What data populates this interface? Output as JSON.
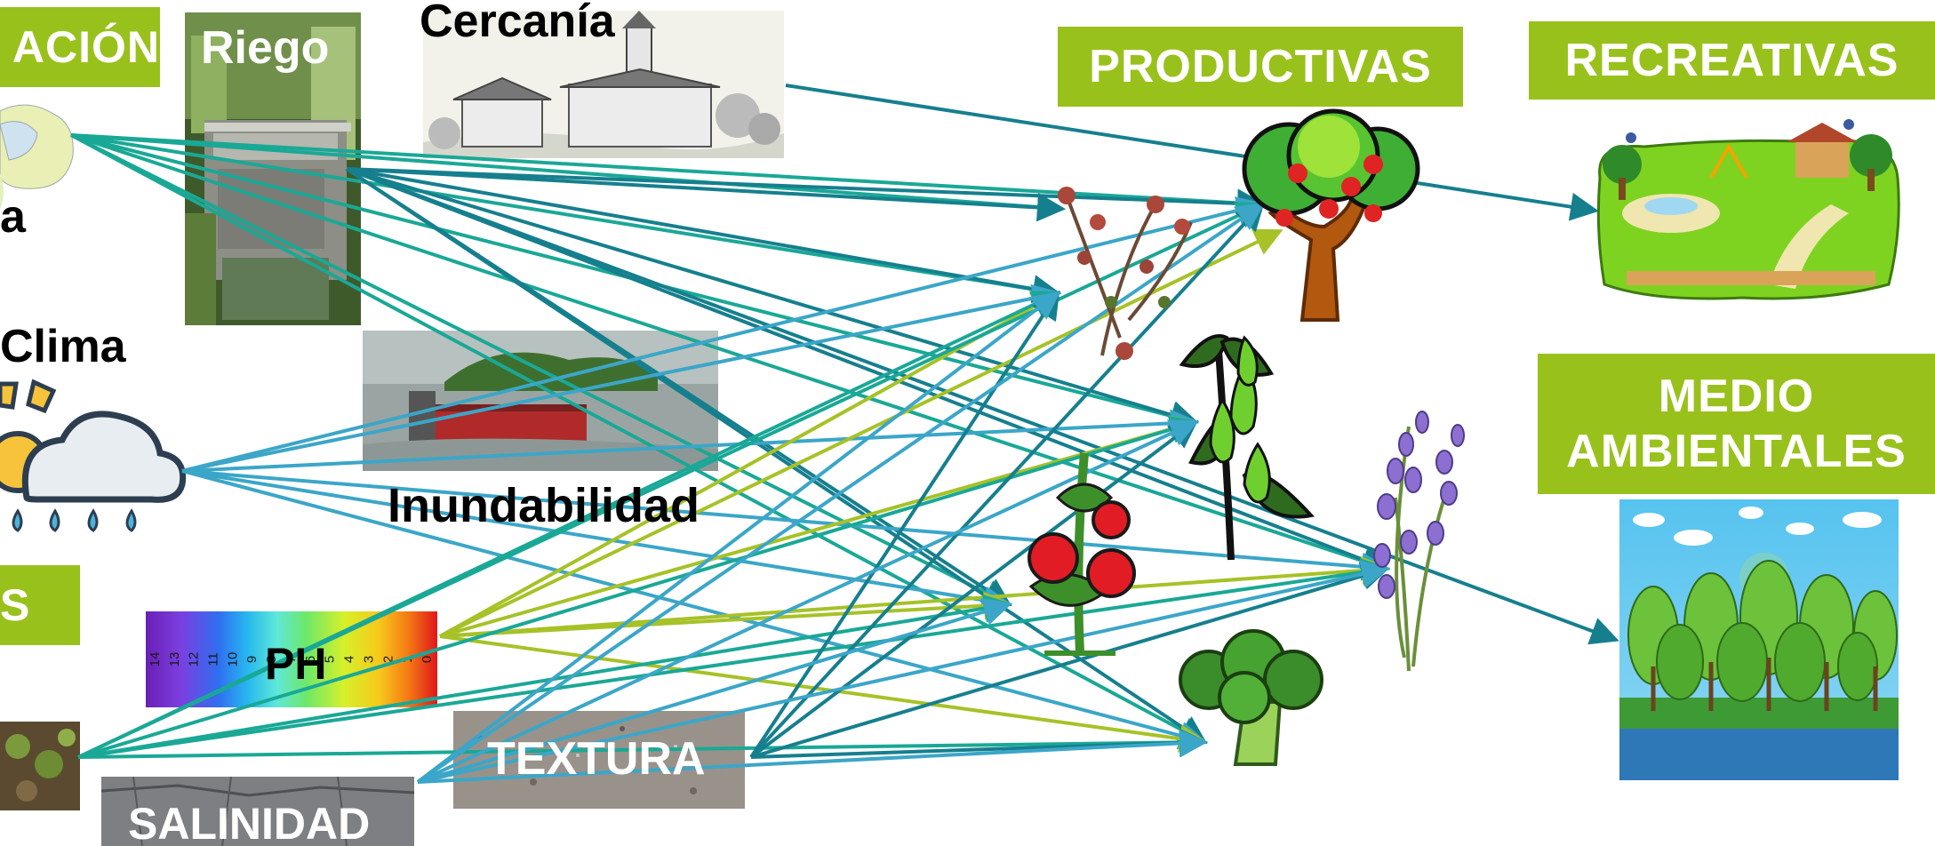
{
  "headers": {
    "ubicacion": "ACIÓN",
    "productivas": "PRODUCTIVAS",
    "recreativas": "RECREATIVAS",
    "medio_line1": "MEDIO",
    "medio_line2": "AMBIENTALES",
    "left_bottom": "S"
  },
  "factors": {
    "riego": "Riego",
    "cercania": "Cercanía",
    "map_label": "a",
    "clima": "Clima",
    "inundabilidad": "Inundabilidad",
    "ph": "PH",
    "textura": "TEXTURA",
    "salinidad": "SALINIDAD"
  },
  "ph_scale": [
    "14",
    "13",
    "12",
    "11",
    "10",
    "9",
    "8",
    "7",
    "6",
    "5",
    "4",
    "3",
    "2",
    "1",
    "0"
  ],
  "colors": {
    "header_green": "#99c11c",
    "arrow_teal": "#1aa896",
    "arrow_dark_teal": "#167f8e",
    "arrow_blue": "#3ba6c8",
    "arrow_lime": "#a6c227"
  },
  "icons": [
    "map-icon",
    "irrigation-photo",
    "village-icon",
    "flood-photo",
    "weather-icon",
    "ph-scale-icon",
    "soil-photo",
    "texture-photo",
    "salinity-photo",
    "tree-icon",
    "thyme-icon",
    "pepper-plant-icon",
    "tomato-plant-icon",
    "lavender-icon",
    "broccoli-icon",
    "park-icon",
    "forest-icon"
  ]
}
